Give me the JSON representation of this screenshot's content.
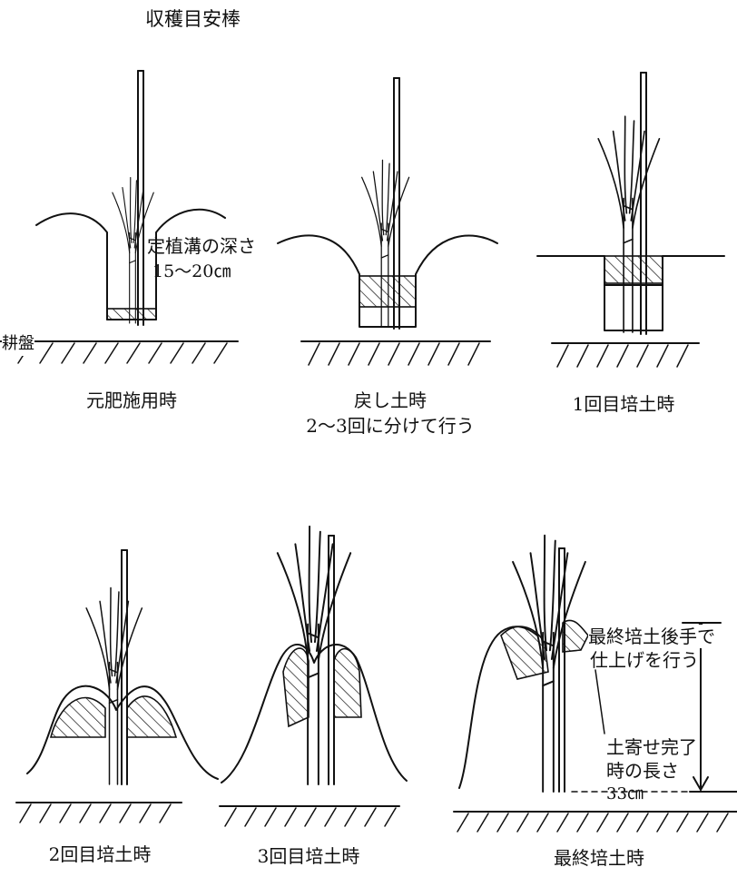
{
  "diagram": {
    "stick_label": "収穫目安棒",
    "trench_label": "定植溝の深さ",
    "trench_depth": "15～20㎝",
    "hardpan_label": "耕盤",
    "stage1_caption": "元肥施用時",
    "stage2_caption": "戻し土時",
    "stage2_note": "2～3回に分けて行う",
    "stage3_caption": "1回目培土時",
    "stage4_caption": "2回目培土時",
    "stage5_caption": "3回目培土時",
    "stage6_caption": "最終培土時",
    "finish_note_line1": "最終培土後手で",
    "finish_note_line2": "仕上げを行う",
    "length_label_line1": "土寄せ完了",
    "length_label_line2": "時の長さ",
    "length_value": "33㎝"
  }
}
